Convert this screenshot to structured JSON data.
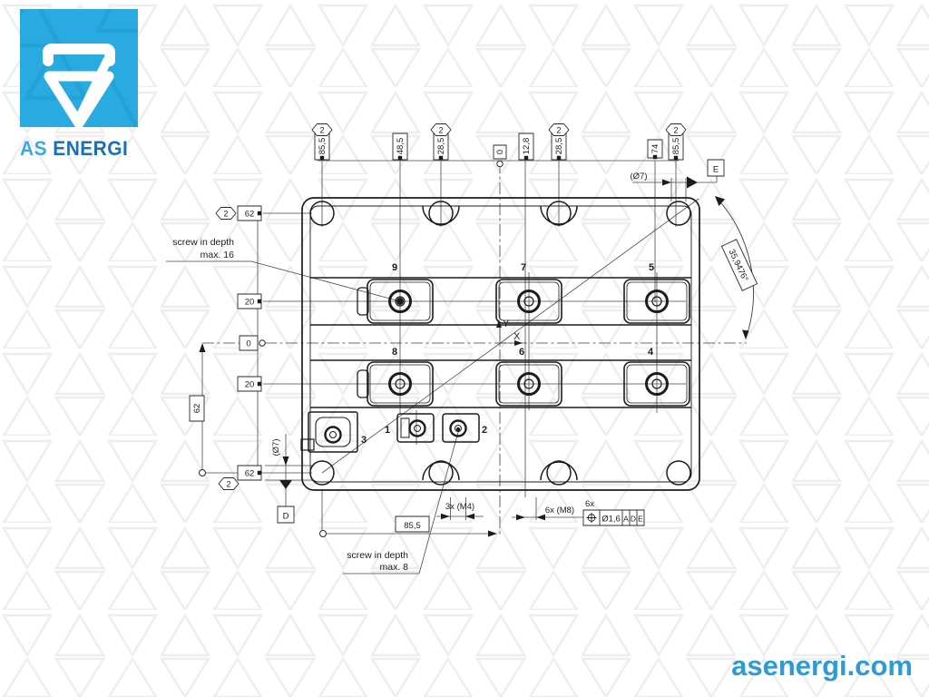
{
  "logo": {
    "as": "AS",
    "energi": "ENERGI"
  },
  "footer": {
    "site": "asenergi.com"
  },
  "colors": {
    "accent": "#29abe2",
    "logo_dark": "#1c6fb5",
    "link": "#2e9bd6",
    "line": "#1c1c1c",
    "axis_x": "#3f7cc4",
    "axis_y": "#8a8455"
  },
  "dims": {
    "top": [
      {
        "v": "85,5",
        "flag": "2"
      },
      {
        "v": "48,5",
        "flag": ""
      },
      {
        "v": "28,5",
        "flag": "2"
      },
      {
        "v": "0",
        "flag": ""
      },
      {
        "v": "12,8",
        "flag": ""
      },
      {
        "v": "28,5",
        "flag": "2"
      },
      {
        "v": "74",
        "flag": ""
      },
      {
        "v": "85,5",
        "flag": "2"
      }
    ],
    "left": [
      {
        "v": "62",
        "flag": "2"
      },
      {
        "v": "20",
        "flag": ""
      },
      {
        "v": "0",
        "flag": ""
      },
      {
        "v": "20",
        "flag": ""
      },
      {
        "v": "62",
        "flag": "2"
      }
    ],
    "side_62": "62",
    "bottom_855": "85,5",
    "angle": "35,9476°",
    "dia7_top": "(Ø7)",
    "dia7_left": "(Ø7)",
    "m4": "3x (M4)",
    "m8": "6x (M8)",
    "fcf_count": "6x",
    "fcf_tolerance": "Ø1,6",
    "fcf_datum_a": "A",
    "fcf_datum_d": "D",
    "fcf_datum_e": "E",
    "datum_d": "D",
    "datum_e": "E",
    "note_top_line1": "screw in depth",
    "note_top_line2": "max. 16",
    "note_bottom_line1": "screw in depth",
    "note_bottom_line2": "max. 8"
  },
  "terminals": {
    "t9": "9",
    "t7": "7",
    "t5": "5",
    "t8": "8",
    "t6": "6",
    "t4": "4",
    "t3": "3",
    "t1": "1",
    "t2": "2"
  },
  "axes": {
    "x": "X",
    "y": "Y"
  }
}
